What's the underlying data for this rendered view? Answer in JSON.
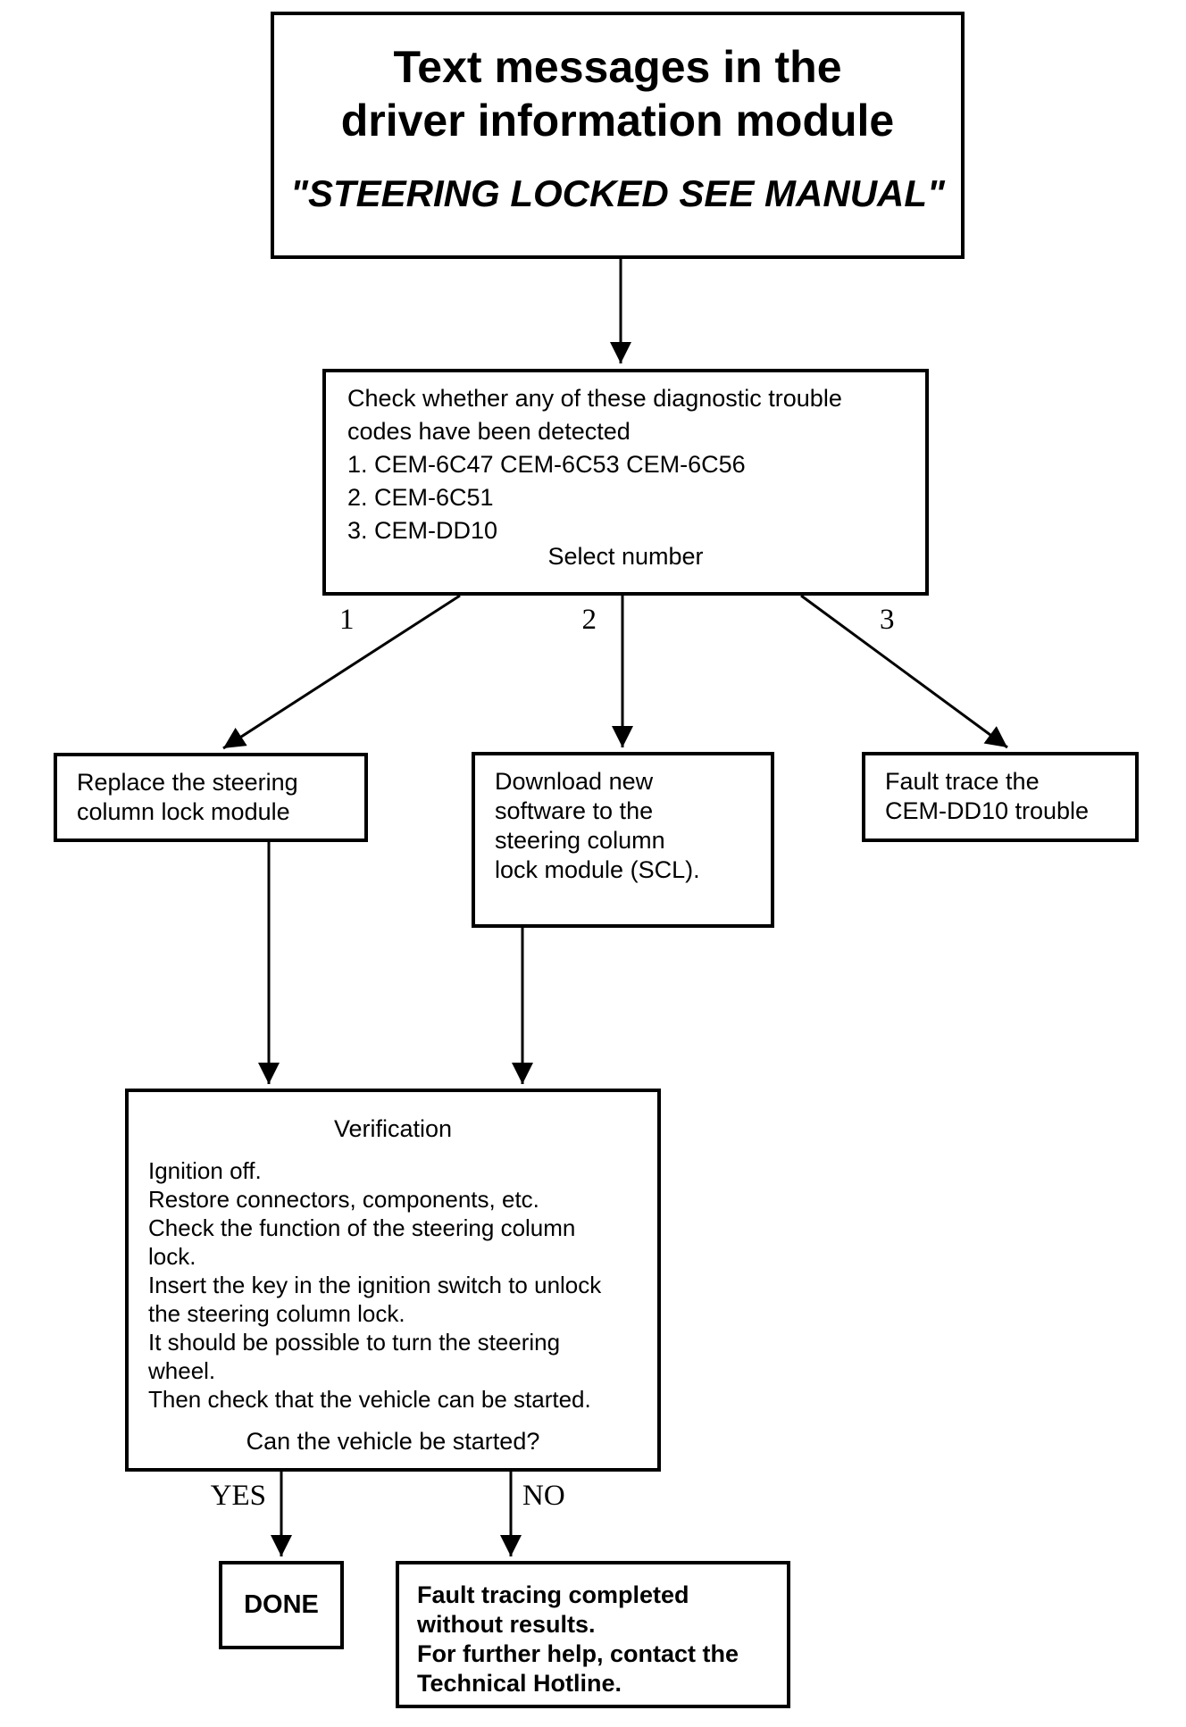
{
  "diagram": {
    "title_box": {
      "title_lines": [
        "Text messages in the",
        "driver information module"
      ],
      "subtitle": "\"STEERING LOCKED SEE MANUAL\""
    },
    "check_box": {
      "lines": [
        "Check whether any of these diagnostic trouble",
        "codes have been detected",
        "1. CEM-6C47 CEM-6C53 CEM-6C56",
        "2. CEM-6C51",
        "3. CEM-DD10"
      ],
      "prompt": "Select number"
    },
    "branch_labels": {
      "one": "1",
      "two": "2",
      "three": "3"
    },
    "replace_box": {
      "lines": [
        "Replace the steering",
        "column lock module"
      ]
    },
    "download_box": {
      "lines": [
        "Download new",
        "software to the",
        "steering column",
        "lock module (SCL)."
      ]
    },
    "fault_trace_box": {
      "lines": [
        "Fault trace the",
        "CEM-DD10 trouble"
      ]
    },
    "verification_box": {
      "heading": "Verification",
      "lines": [
        "Ignition off.",
        "Restore connectors, components, etc.",
        "Check the function of the steering column",
        "lock.",
        "Insert the key in the ignition switch to unlock",
        "the steering column lock.",
        "It should be possible to turn the steering",
        "wheel.",
        "Then check that the vehicle can be started."
      ],
      "question": "Can the vehicle be started?"
    },
    "decision_labels": {
      "yes": "YES",
      "no": "NO"
    },
    "done_box": {
      "label": "DONE"
    },
    "hotline_box": {
      "lines": [
        "Fault tracing completed",
        "without results.",
        "For further help, contact the",
        "Technical Hotline."
      ]
    },
    "colors": {
      "line": "#000000",
      "background": "#ffffff",
      "text": "#000000"
    }
  }
}
